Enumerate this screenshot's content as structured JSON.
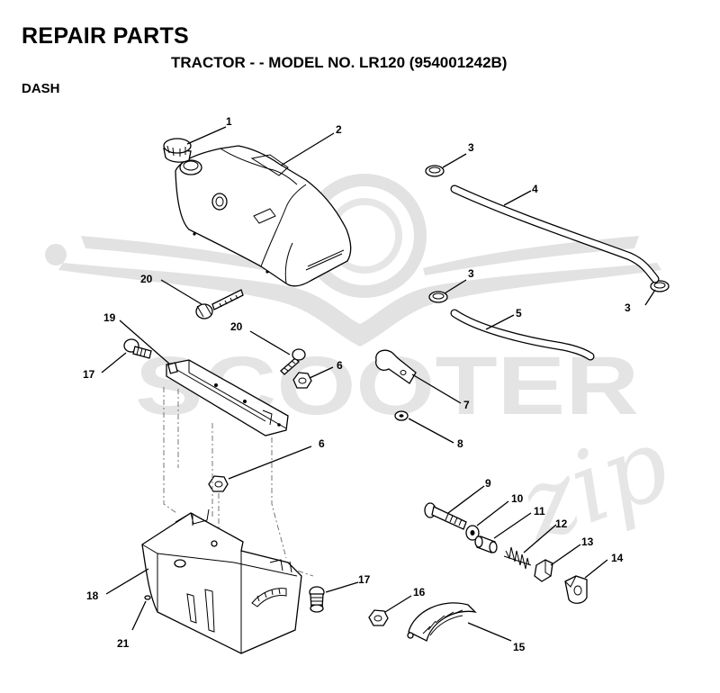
{
  "header": {
    "title": "REPAIR PARTS",
    "subtitle": "TRACTOR - - MODEL NO. LR120 (954001242B)",
    "section": "DASH"
  },
  "watermark": {
    "brand_main": "SCOOTER",
    "brand_script": "zip"
  },
  "callouts": {
    "p1": "1",
    "p2": "2",
    "p3a": "3",
    "p3b": "3",
    "p3c": "3",
    "p4": "4",
    "p5": "5",
    "p6a": "6",
    "p6b": "6",
    "p7": "7",
    "p8": "8",
    "p9": "9",
    "p10": "10",
    "p11": "11",
    "p12": "12",
    "p13": "13",
    "p14": "14",
    "p15": "15",
    "p16": "16",
    "p17a": "17",
    "p17b": "17",
    "p18": "18",
    "p19": "19",
    "p20a": "20",
    "p20b": "20",
    "p21": "21"
  }
}
